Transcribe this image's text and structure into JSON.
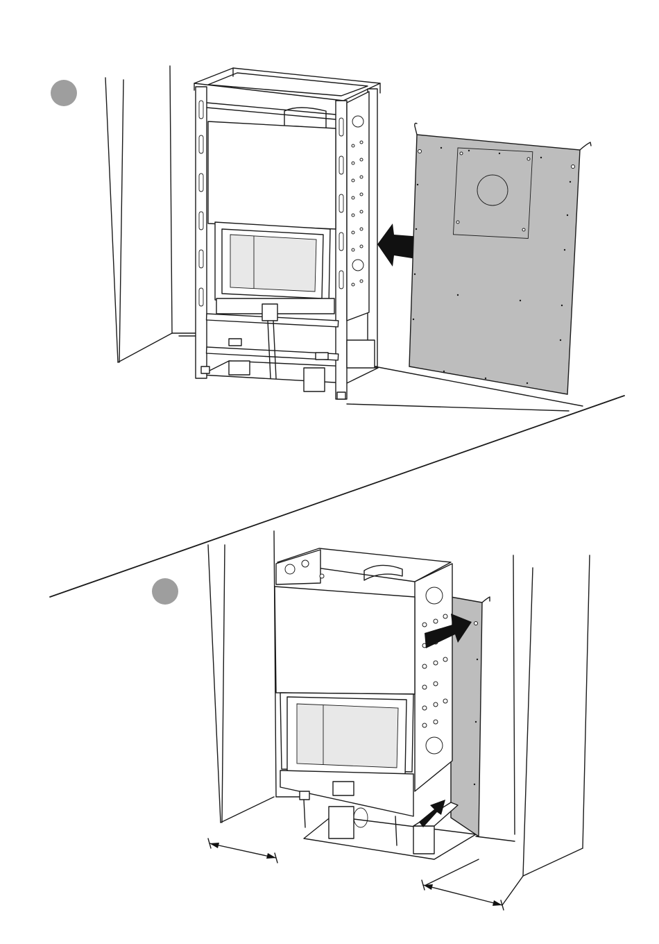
{
  "steps": [
    {
      "id": "step-1",
      "marker": "grey-circle"
    },
    {
      "id": "step-2",
      "marker": "grey-circle"
    }
  ],
  "colors": {
    "line": "#1a1a1a",
    "panel_fill": "#bdbdbd",
    "step_marker": "#9e9e9e",
    "arrow": "#111111",
    "background": "#ffffff"
  }
}
